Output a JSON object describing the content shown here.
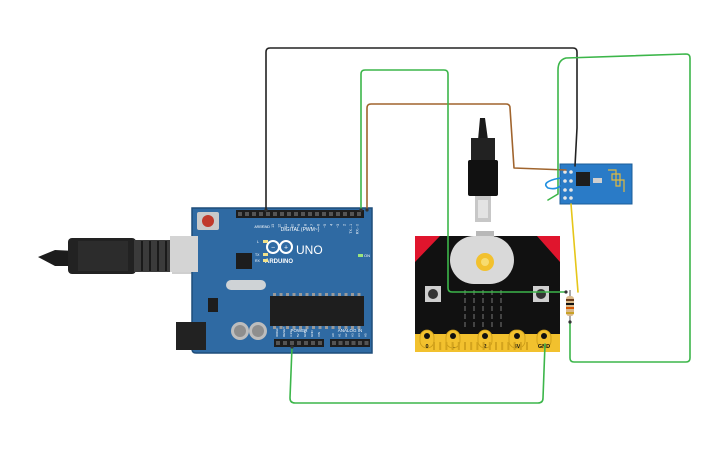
{
  "arduino": {
    "brand": "ARDUINO",
    "model": "UNO",
    "digital_header": "DIGITAL (PWM~)",
    "power_header": "POWER",
    "analog_header": "ANALOG IN",
    "on_label": "ON",
    "led_l": "L",
    "led_tx": "TX",
    "led_rx": "RX",
    "aref": "AREF",
    "gnd": "GND",
    "digital_pins": [
      "13",
      "12",
      "~11",
      "~10",
      "~9",
      "8",
      "7",
      "~6",
      "~5",
      "4",
      "~3",
      "2",
      "TX→1",
      "RX←0"
    ],
    "power_pins": [
      "IOREF",
      "RESET",
      "3.3V",
      "5V",
      "GND",
      "GND",
      "VIN"
    ],
    "analog_pins": [
      "A0",
      "A1",
      "A2",
      "A3",
      "A4",
      "A5"
    ]
  },
  "microbit": {
    "pads": [
      "0",
      "1",
      "2",
      "3V",
      "GND"
    ]
  },
  "colors": {
    "arduino_board": "#2f6aa3",
    "wire_black": "#222222",
    "wire_green": "#3cb64a",
    "wire_brown": "#a0642d",
    "wire_yellow": "#e6c619",
    "esp_board": "#2a7bc7",
    "microbit_body": "#111111",
    "microbit_red": "#e0152d",
    "microbit_gold": "#f2c12e"
  }
}
